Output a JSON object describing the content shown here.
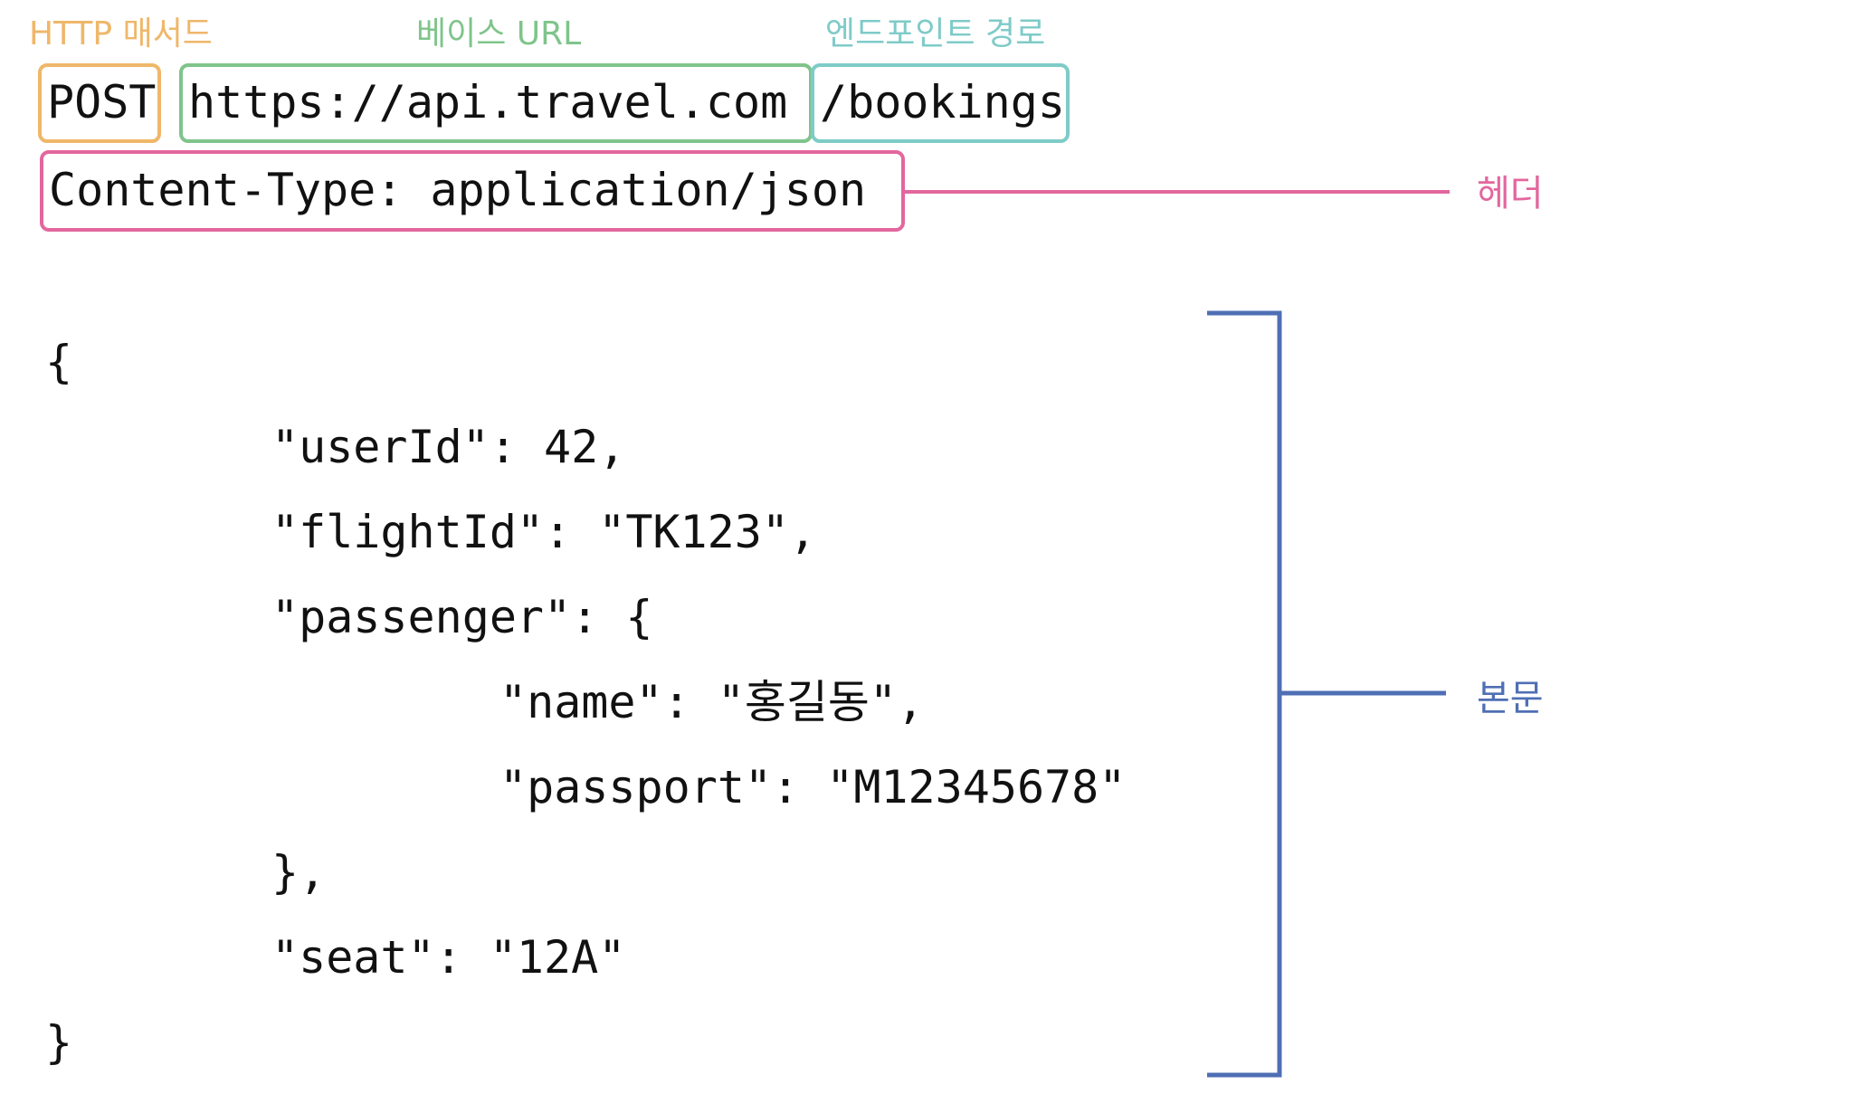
{
  "labels": {
    "method": "HTTP 매서드",
    "base_url": "베이스 URL",
    "endpoint": "엔드포인트 경로",
    "header": "헤더",
    "body": "본문"
  },
  "request": {
    "method": "POST",
    "base_url": "https://api.travel.com",
    "endpoint": "/bookings",
    "header": "Content-Type: application/json"
  },
  "body_lines": [
    "{",
    "\"userId\": 42,",
    "\"flightId\": \"TK123\",",
    "\"passenger\": {",
    "\"name\": \"홍길동\",",
    "\"passport\": \"M12345678\"",
    "},",
    "\"seat\": \"12A\"",
    "}"
  ],
  "colors": {
    "method": "#efb76a",
    "base_url": "#7fc48b",
    "endpoint": "#7ecbc8",
    "header": "#e3679e",
    "body": "#4f6fb4"
  }
}
